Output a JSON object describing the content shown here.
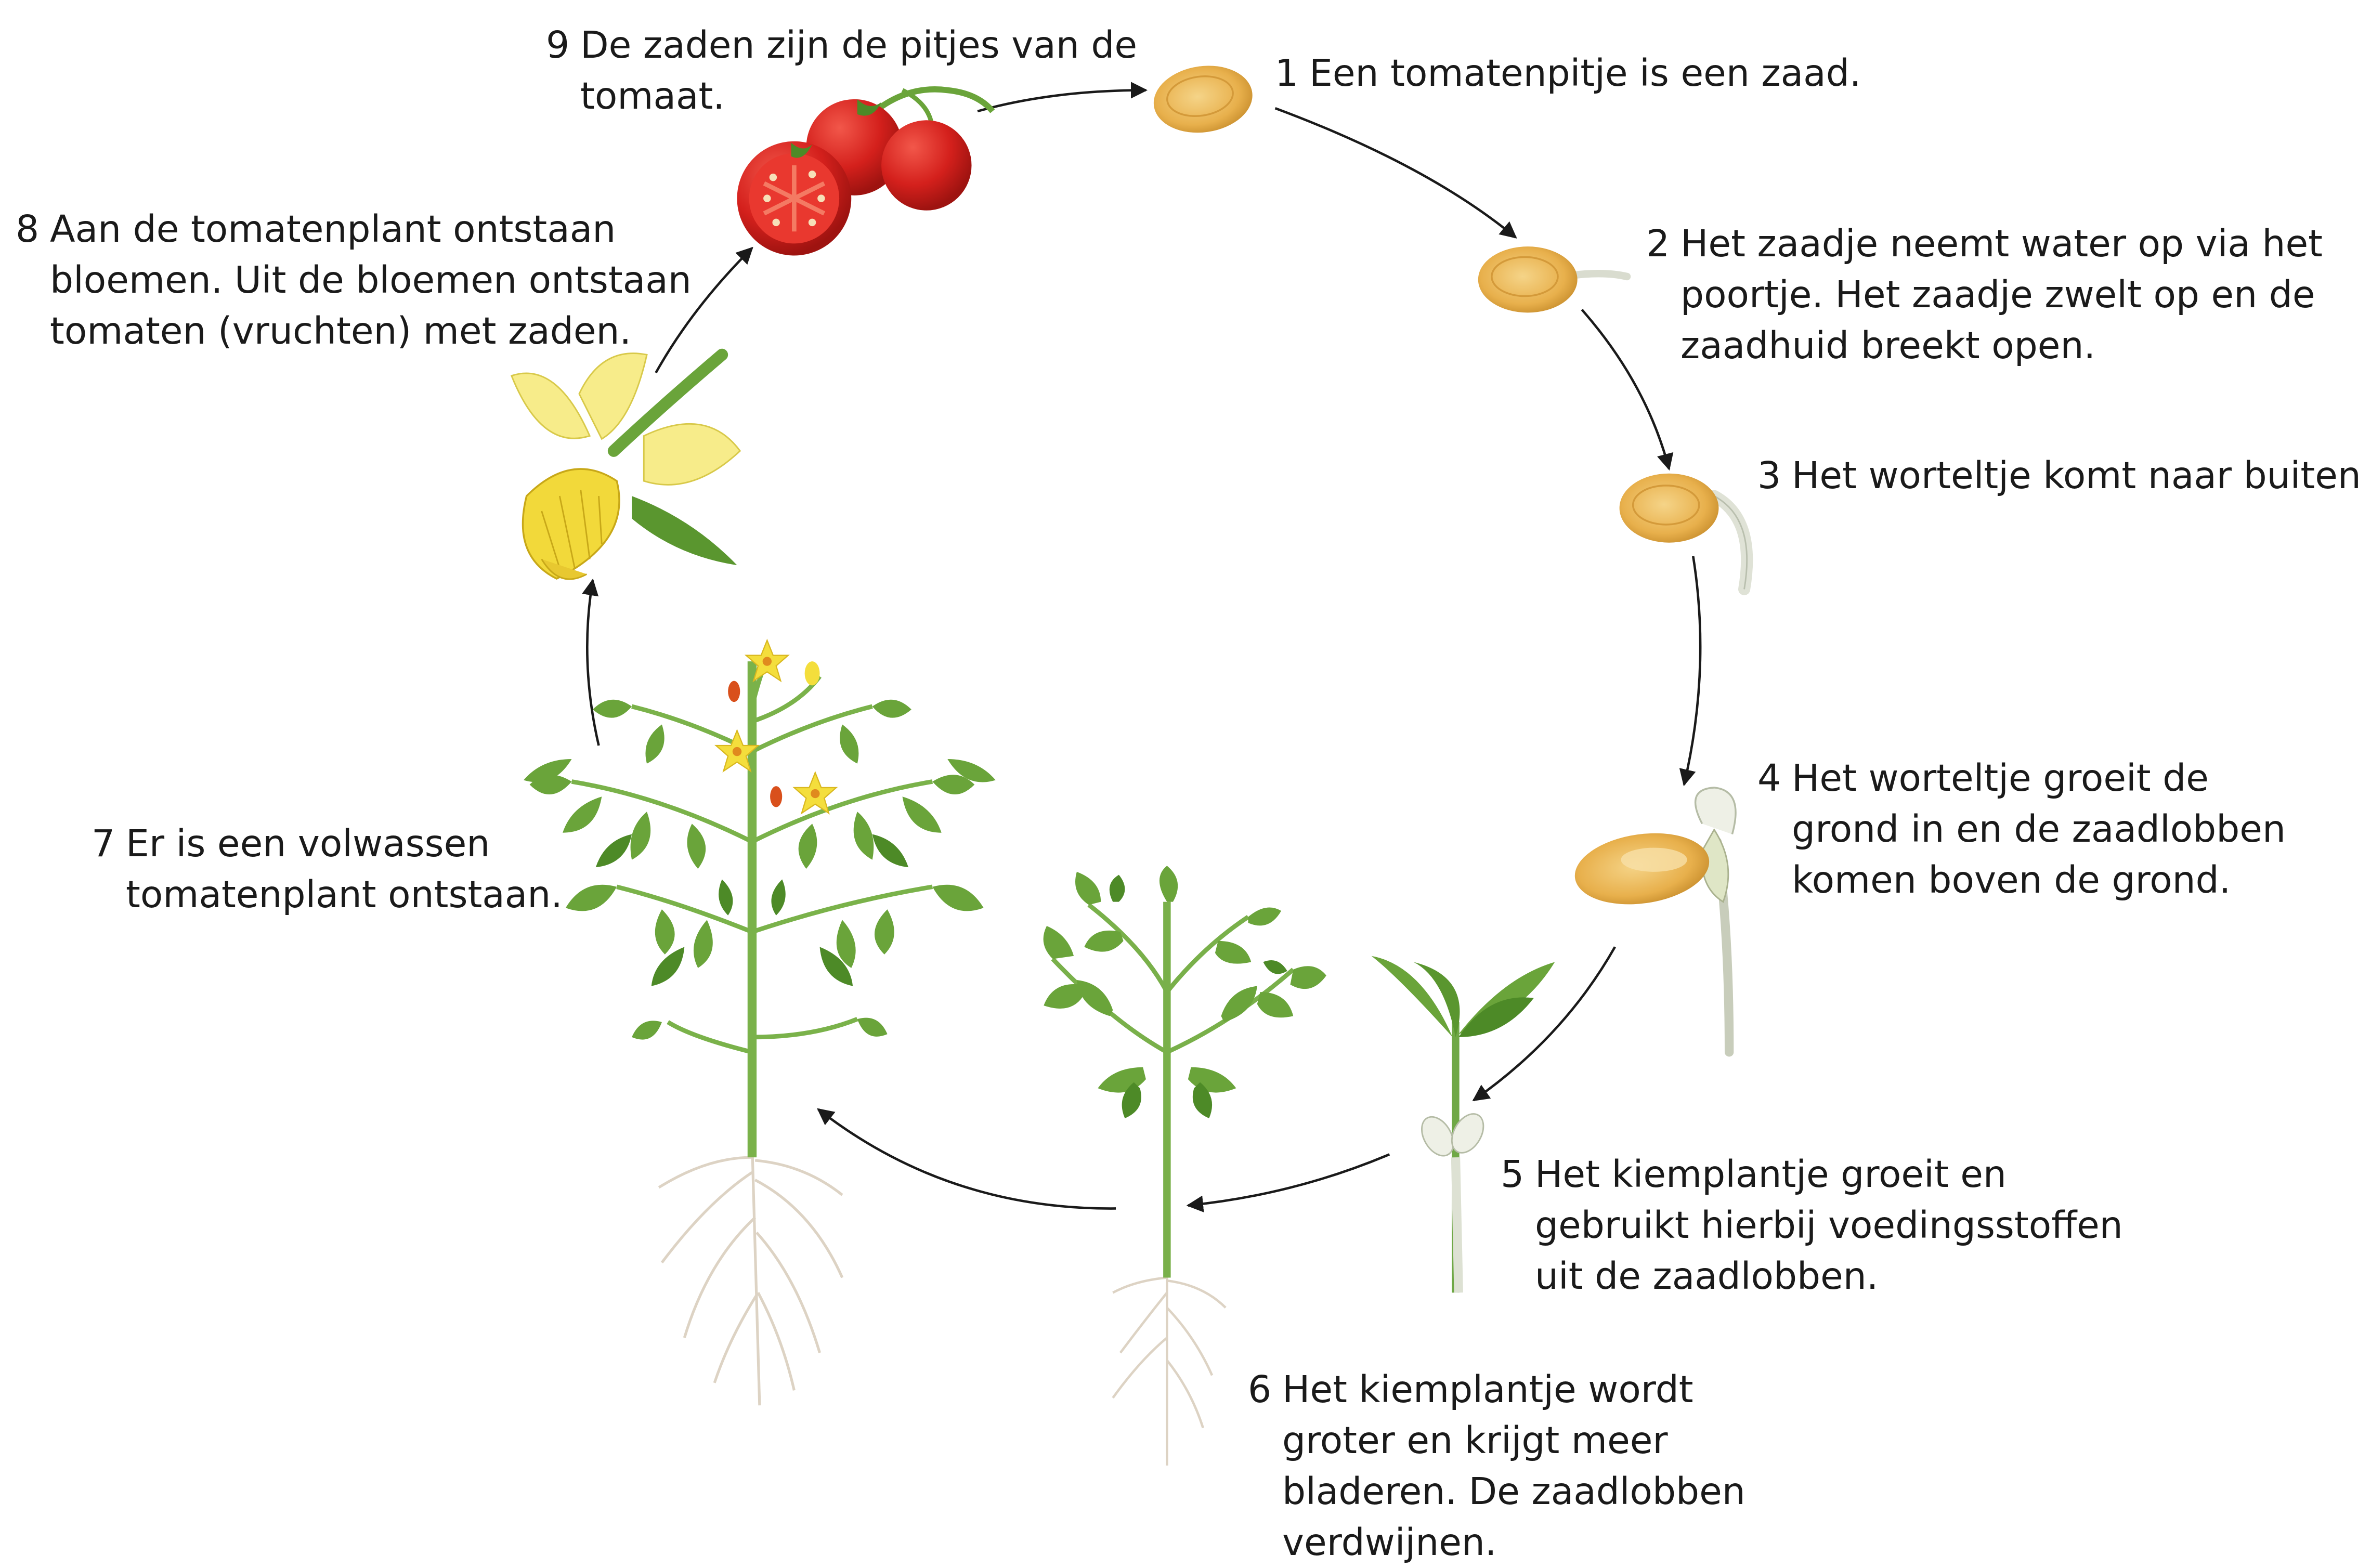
{
  "steps": [
    {
      "num": "1",
      "lines": [
        "Een tomatenpitje is een zaad."
      ]
    },
    {
      "num": "2",
      "lines": [
        "Het zaadje neemt water op via het",
        "poortje. Het zaadje zwelt op en de",
        "zaadhuid breekt open."
      ]
    },
    {
      "num": "3",
      "lines": [
        "Het worteltje komt naar buiten."
      ]
    },
    {
      "num": "4",
      "lines": [
        "Het worteltje groeit de",
        "grond in en de zaadlobben",
        "komen boven de grond."
      ]
    },
    {
      "num": "5",
      "lines": [
        "Het kiemplantje groeit en",
        "gebruikt hierbij voedingsstoffen",
        "uit de zaadlobben."
      ]
    },
    {
      "num": "6",
      "lines": [
        "Het kiemplantje wordt",
        "groter en krijgt meer",
        "bladeren. De zaadlobben",
        "verdwijnen."
      ]
    },
    {
      "num": "7",
      "lines": [
        "Er is een volwassen",
        "tomatenplant ontstaan."
      ]
    },
    {
      "num": "8",
      "lines": [
        "Aan de tomatenplant ontstaan",
        "bloemen. Uit de bloemen ontstaan",
        "tomaten (vruchten) met zaden."
      ]
    },
    {
      "num": "9",
      "lines": [
        "De zaden zijn de pitjes van de",
        "tomaat."
      ]
    }
  ],
  "colors": {
    "seed": "#e8b04c",
    "seed_light": "#f3cf86",
    "sprout": "#e6e9df",
    "leaf": "#6aa43a",
    "leaf_dark": "#4d8a27",
    "stem": "#7ab24a",
    "root": "#ddd3c4",
    "tomato": "#d4201c",
    "flower": "#f4de3c",
    "arrow": "#1a1a1a"
  }
}
